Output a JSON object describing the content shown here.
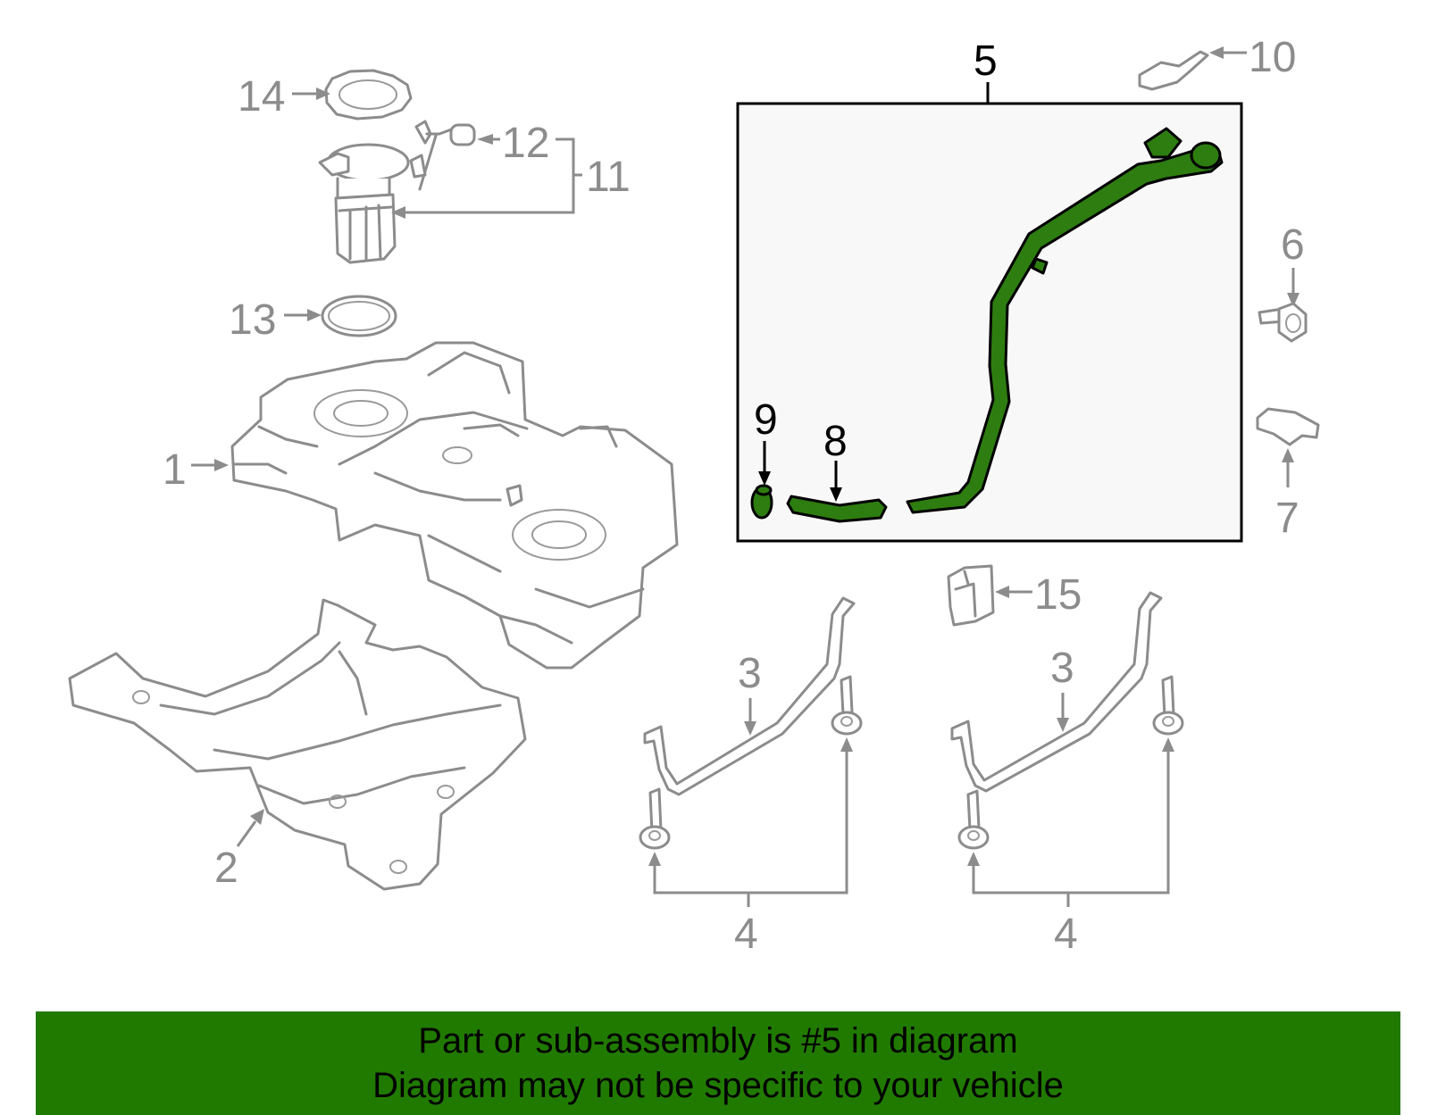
{
  "colors": {
    "highlight": "#2e7d11",
    "banner": "#217a00",
    "callout_gray": "#8c8c8c",
    "callout_highlight": "#000000"
  },
  "callouts": {
    "c1": "1",
    "c2": "2",
    "c3a": "3",
    "c3b": "3",
    "c4a": "4",
    "c4b": "4",
    "c5": "5",
    "c6": "6",
    "c7": "7",
    "c8": "8",
    "c9": "9",
    "c10": "10",
    "c11": "11",
    "c12": "12",
    "c13": "13",
    "c14": "14",
    "c15": "15"
  },
  "highlighted_part": "5",
  "banner": {
    "line1": "Part or sub-assembly is #5 in diagram",
    "line2": "Diagram may not be specific to your vehicle"
  }
}
